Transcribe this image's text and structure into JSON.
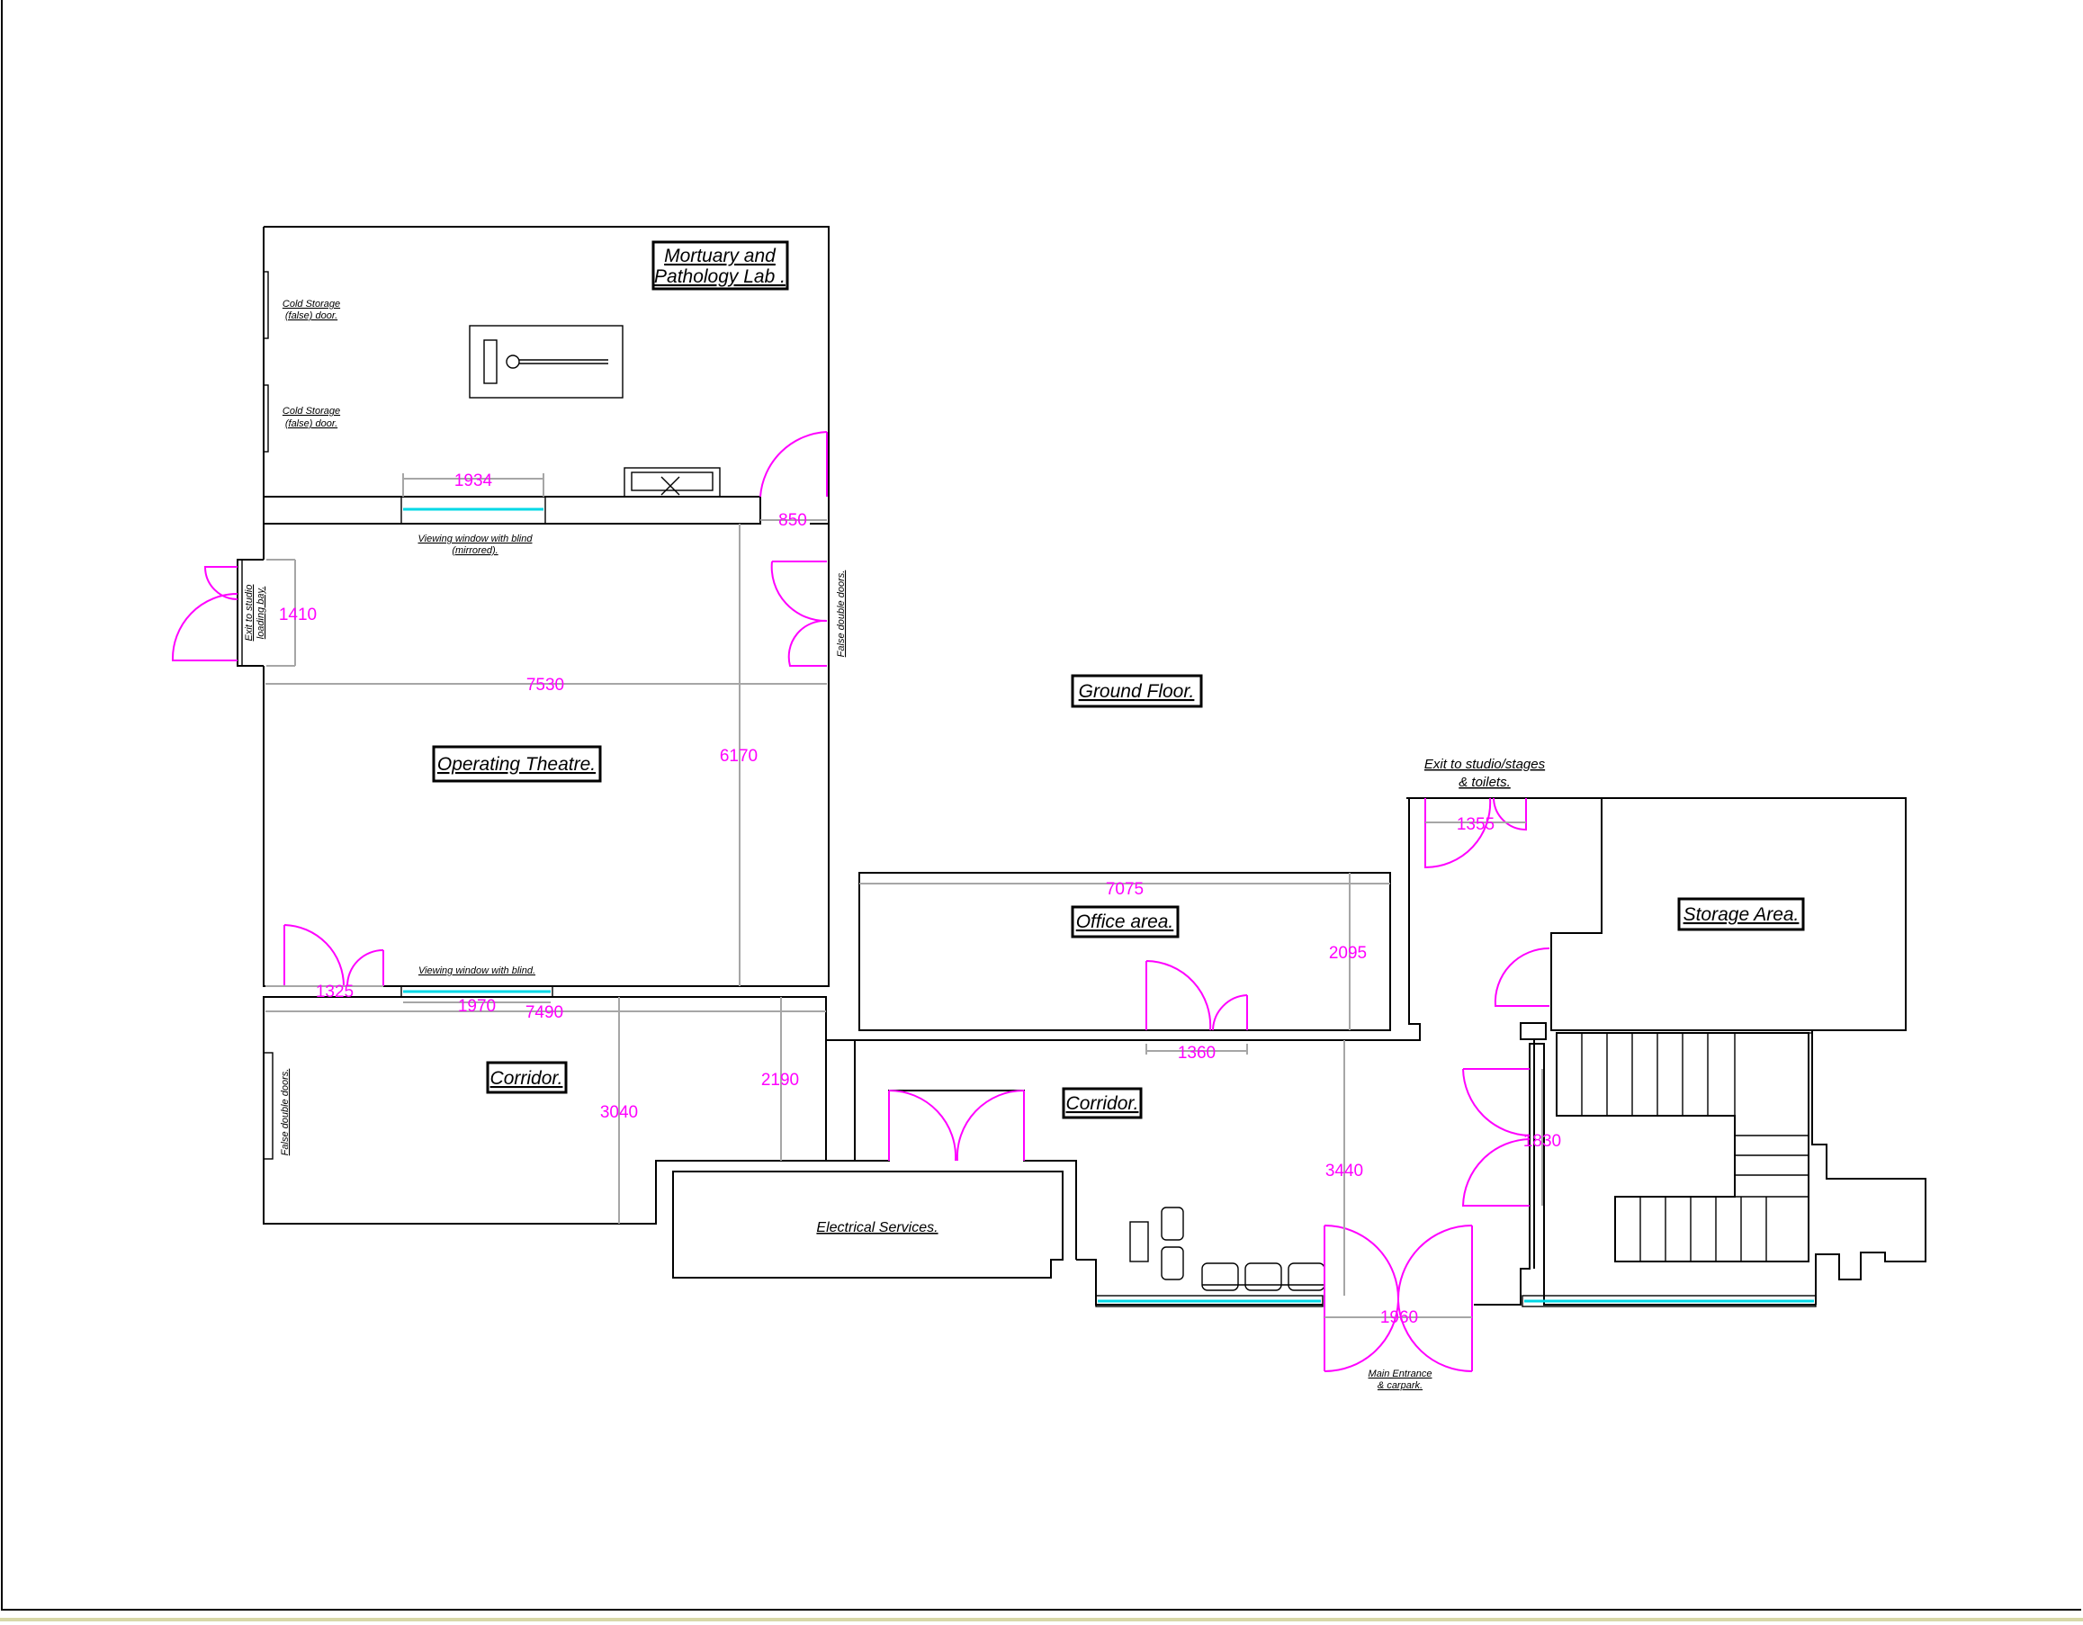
{
  "rooms": {
    "mortuary": {
      "line1": "Mortuary and",
      "line2": "Pathology Lab ."
    },
    "operating_theatre": "Operating Theatre.",
    "corridor_left": "Corridor.",
    "corridor_mid": "Corridor.",
    "office": "Office area.",
    "electrical": "Electrical Services.",
    "storage": "Storage Area.",
    "floor": "Ground Floor."
  },
  "notes": {
    "cold_storage_1": {
      "line1": "Cold Storage",
      "line2": "(false) door."
    },
    "cold_storage_2": {
      "line1": "Cold Storage",
      "line2": "(false) door."
    },
    "viewing_window_mirrored": {
      "line1": "Viewing window with blind",
      "line2": "(mirrored)."
    },
    "viewing_window": "Viewing window with blind.",
    "exit_loading_bay": {
      "line1": "Exit to studio",
      "line2": "loading bay."
    },
    "false_double_doors_right": "False double doors.",
    "false_double_doors_left": "False double doors.",
    "exit_studio_stages": {
      "line1": "Exit to studio/stages",
      "line2": "& toilets."
    },
    "main_entrance": {
      "line1": "Main Entrance",
      "line2": "& carpark."
    }
  },
  "dimensions": {
    "d1934": "1934",
    "d850": "850",
    "d1410": "1410",
    "d7530": "7530",
    "d6170": "6170",
    "d1325": "1325",
    "d1970": "1970",
    "d7490": "7490",
    "d3040": "3040",
    "d2190": "2190",
    "d7075": "7075",
    "d2095": "2095",
    "d1360": "1360",
    "d1355": "1355",
    "d1830": "1830",
    "d3440": "3440",
    "d1960": "1960"
  },
  "colors": {
    "walls": "#000000",
    "doors": "#ff00ff",
    "dimension_text": "#ff00ff",
    "dimension_lines": "#a6a6a6",
    "glazing": "#00d8e6",
    "sheet_border_bottom": "#d8d8a8"
  }
}
